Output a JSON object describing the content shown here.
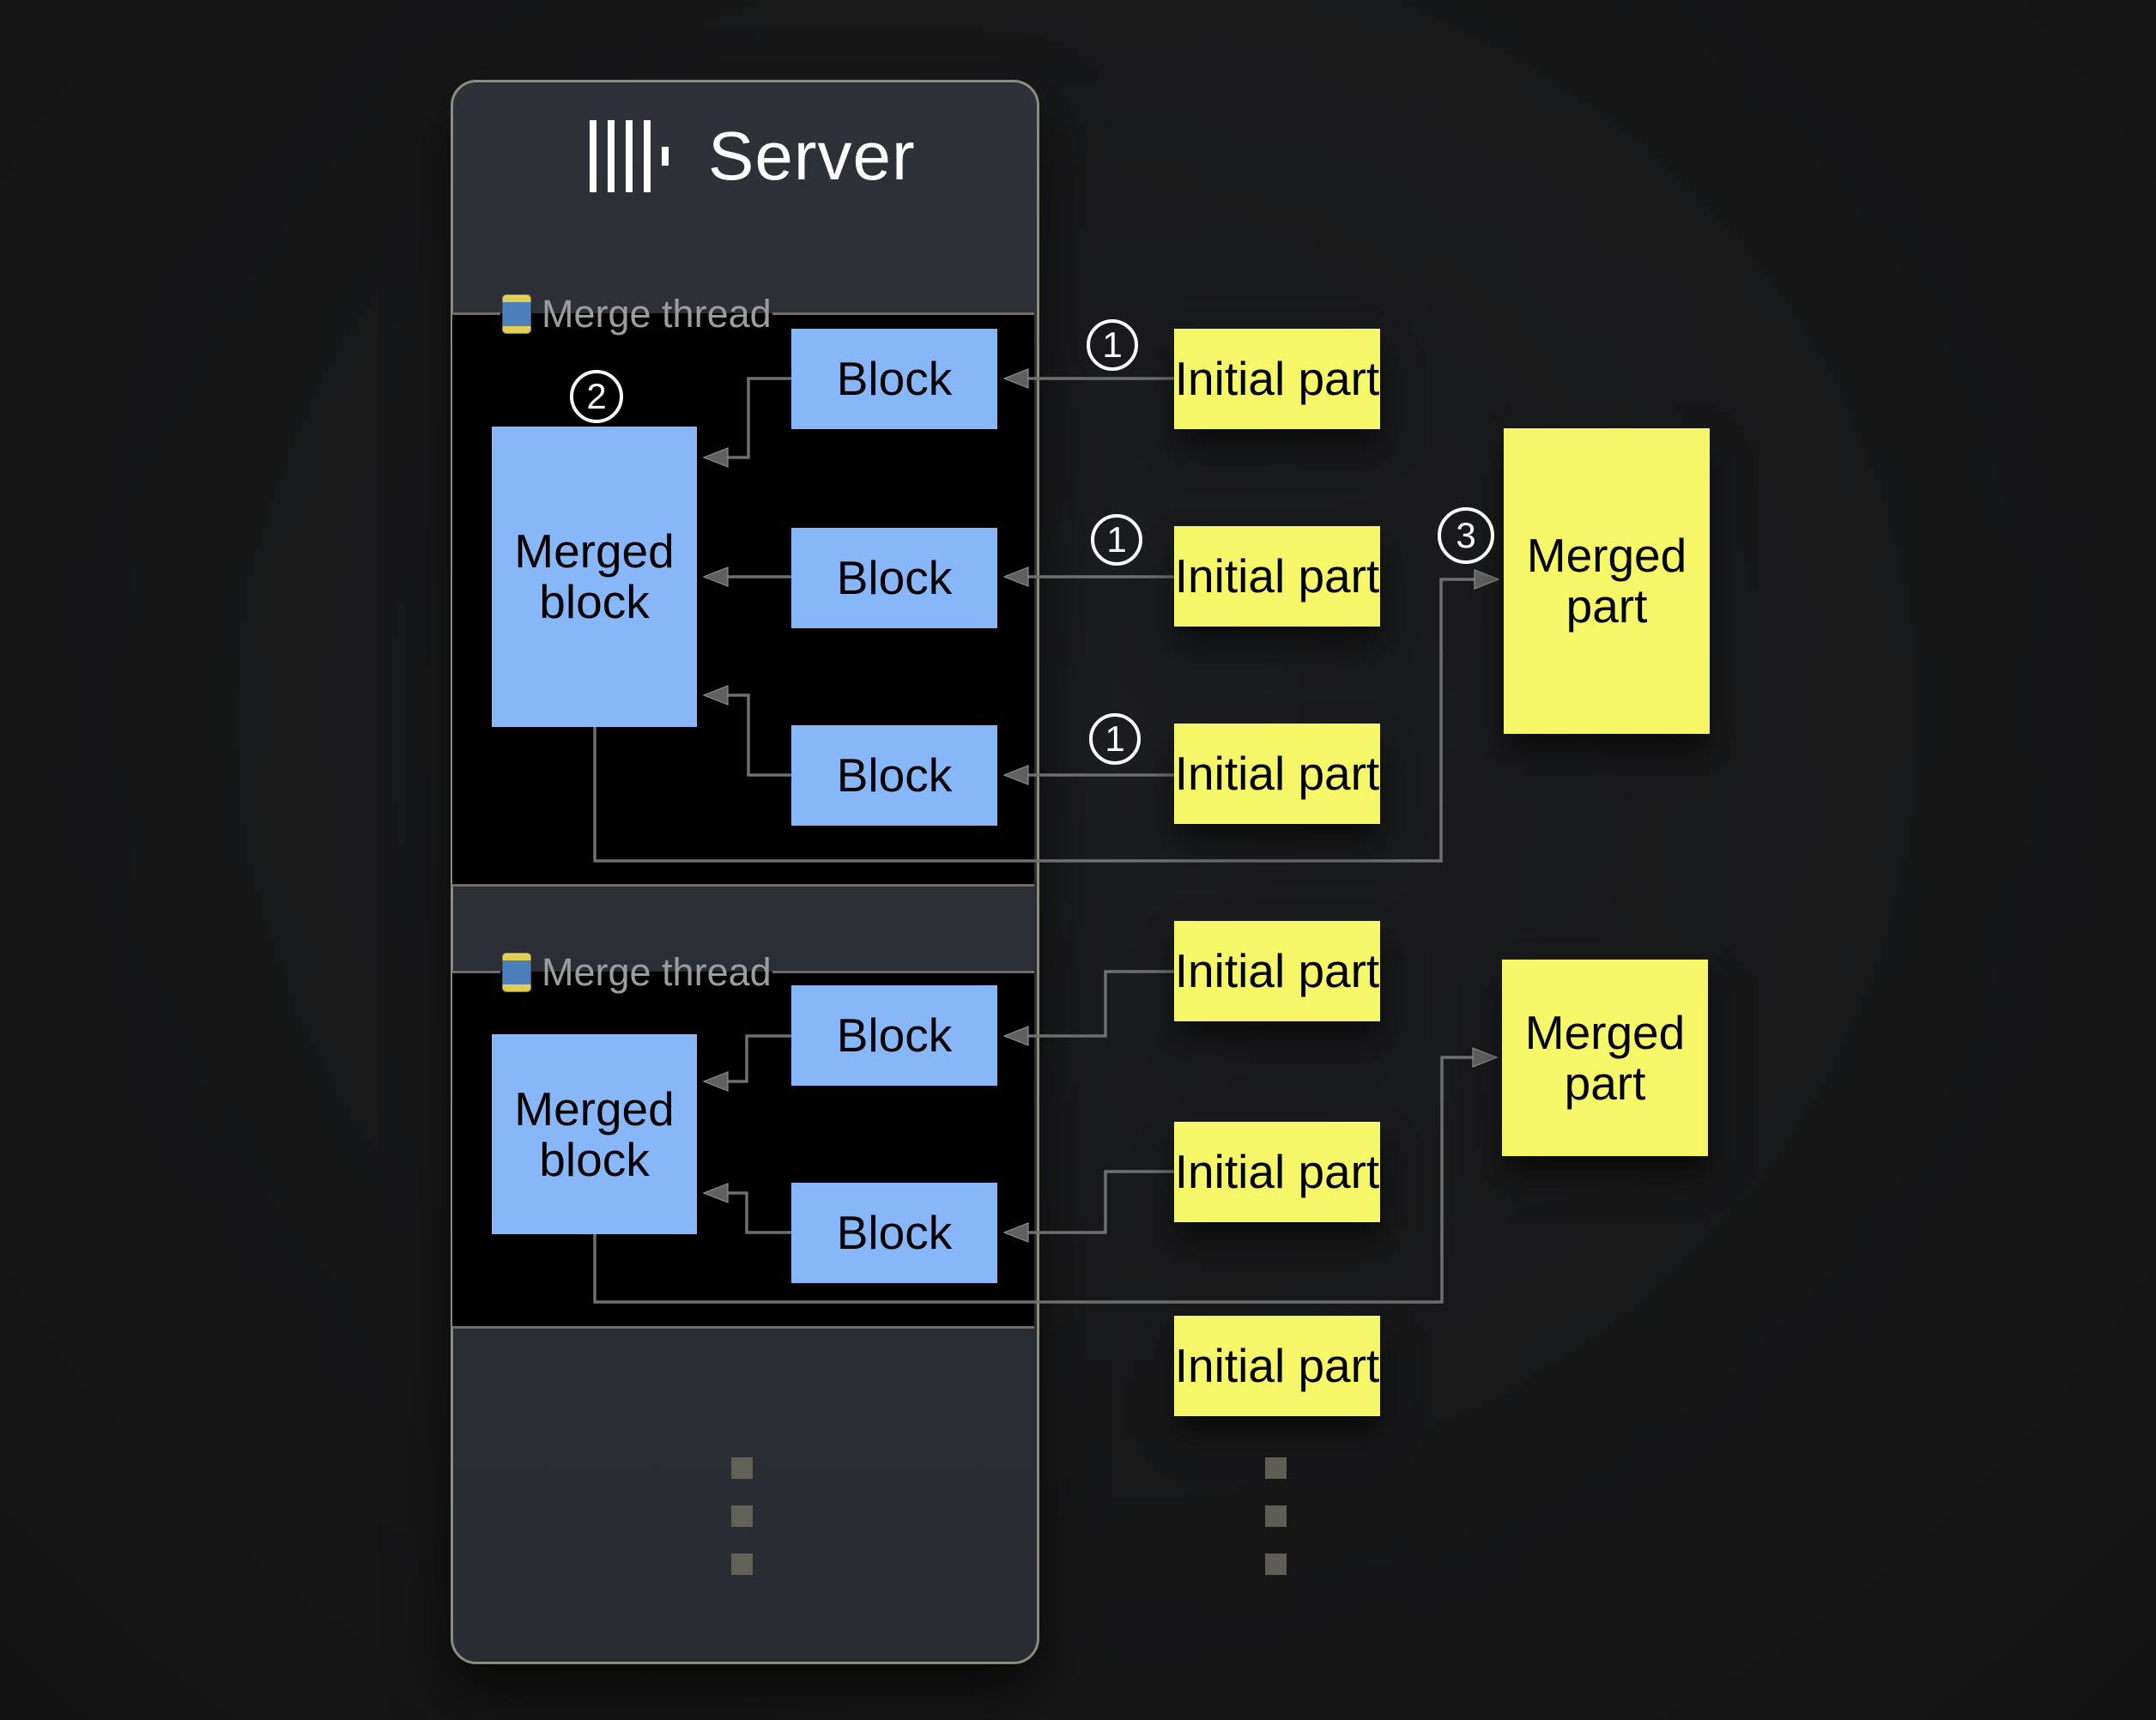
{
  "server": {
    "title": "Server",
    "logo_icon": "clickhouse-bars-logo"
  },
  "threads": [
    {
      "icon": "thread-spool-icon",
      "label": "Merge thread",
      "merged_block_label": "Merged block",
      "blocks": [
        "Block",
        "Block",
        "Block"
      ]
    },
    {
      "icon": "thread-spool-icon",
      "label": "Merge thread",
      "merged_block_label": "Merged block",
      "blocks": [
        "Block",
        "Block"
      ]
    }
  ],
  "parts": {
    "row1": {
      "initial_parts": [
        "Initial part",
        "Initial part",
        "Initial part"
      ],
      "merged_part": "Merged part"
    },
    "row2": {
      "initial_parts": [
        "Initial part",
        "Initial part",
        "Initial part"
      ],
      "merged_part": "Merged part"
    }
  },
  "step_labels": [
    "1",
    "2",
    "3"
  ],
  "continuation": {
    "columns": 2,
    "dots_per_column": 3
  },
  "colors": {
    "block_fill": "#87b7f8",
    "part_fill": "#f6f669",
    "panel_bg": "#2b2e35",
    "section_bg": "#000000",
    "panel_border": "#8c8c7d",
    "section_border": "#6e6e64",
    "connector_line": "#6f6f6f",
    "label_text": "#9c9c9c",
    "title_text": "#ffffff"
  }
}
